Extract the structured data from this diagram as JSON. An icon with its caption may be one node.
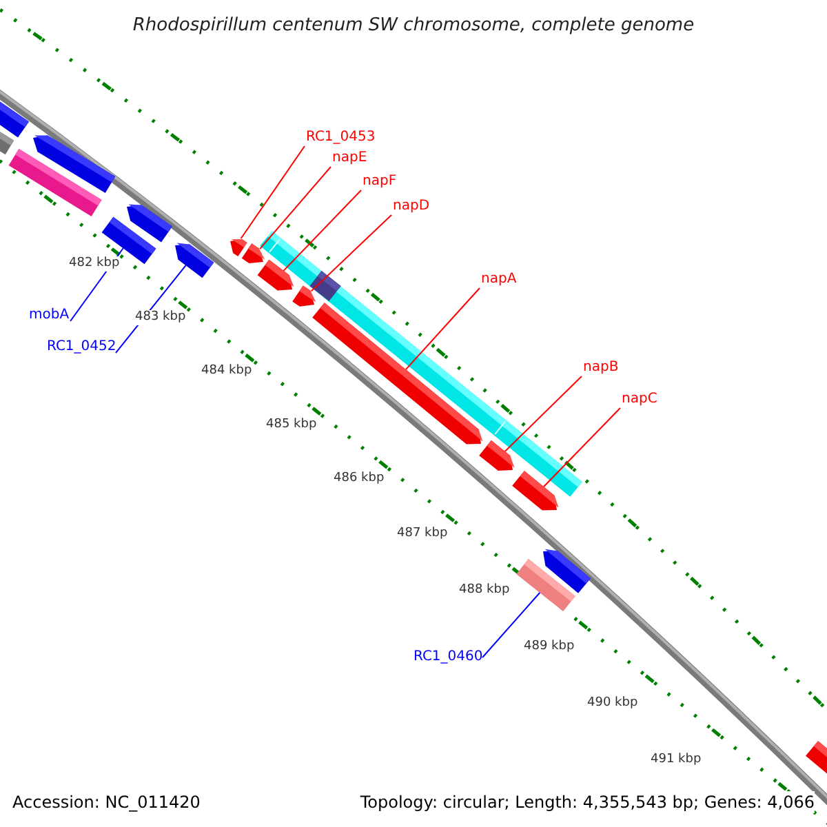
{
  "diagram": {
    "title": "Rhodospirillum centenum SW chromosome, complete genome",
    "nodes": [
      {
        "text": [
          "RC1_0453"
        ]
      },
      {
        "text": [
          "napE"
        ]
      },
      {
        "text": [
          "napF"
        ]
      },
      {
        "text": [
          "napD"
        ]
      },
      {
        "text": [
          "napA"
        ]
      },
      {
        "text": [
          "napB"
        ]
      },
      {
        "text": [
          "napC"
        ]
      },
      {
        "text": [
          "mobA"
        ]
      },
      {
        "text": [
          "RC1_0452"
        ]
      },
      {
        "text": [
          "RC1_0460"
        ]
      },
      {
        "text": [],
        "shape": "bar"
      },
      {
        "text": [],
        "shape": "bar"
      },
      {
        "text": [],
        "shape": "arrow"
      },
      {
        "text": [],
        "shape": "bar"
      },
      {
        "text": [],
        "shape": "arrow"
      },
      {
        "text": [],
        "shape": "bar"
      },
      {
        "text": [],
        "shape": "arrow"
      },
      {
        "text": [],
        "shape": "arrow"
      },
      {
        "text": [],
        "shape": "arrow"
      },
      {
        "text": [],
        "shape": "bar"
      },
      {
        "text": [],
        "shape": "bar",
        "in": 19
      },
      {
        "text": [],
        "shape": "arrow"
      },
      {
        "text": [],
        "shape": "arrow"
      },
      {
        "text": [],
        "shape": "arrow"
      },
      {
        "text": [],
        "shape": "arrow"
      },
      {
        "text": [],
        "shape": "arrow"
      },
      {
        "text": [],
        "shape": "arrow"
      },
      {
        "text": [],
        "shape": "bar"
      },
      {
        "text": [],
        "shape": "bar"
      }
    ],
    "edges": [
      {
        "from": 0,
        "to": 17,
        "arrow": "none"
      },
      {
        "from": 1,
        "to": 18,
        "arrow": "none"
      },
      {
        "from": 2,
        "to": 21,
        "arrow": "none"
      },
      {
        "from": 3,
        "to": 22,
        "arrow": "none"
      },
      {
        "from": 4,
        "to": 23,
        "arrow": "none"
      },
      {
        "from": 5,
        "to": 24,
        "arrow": "none"
      },
      {
        "from": 6,
        "to": 25,
        "arrow": "none"
      },
      {
        "from": 7,
        "to": 15,
        "arrow": "none",
        "color": "#0000ff"
      },
      {
        "from": 8,
        "to": 16,
        "arrow": "none",
        "color": "#0000ff"
      },
      {
        "from": 9,
        "to": 27,
        "arrow": "none",
        "color": "#0000ff"
      }
    ],
    "labels": [
      "482 kbp",
      "483 kbp",
      "484 kbp",
      "485 kbp",
      "486 kbp",
      "487 kbp",
      "488 kbp",
      "489 kbp",
      "490 kbp",
      "491 kbp",
      "Accession: NC_011420",
      "Topology: circular; Length: 4,355,543 bp; Genes: 4,066"
    ]
  }
}
